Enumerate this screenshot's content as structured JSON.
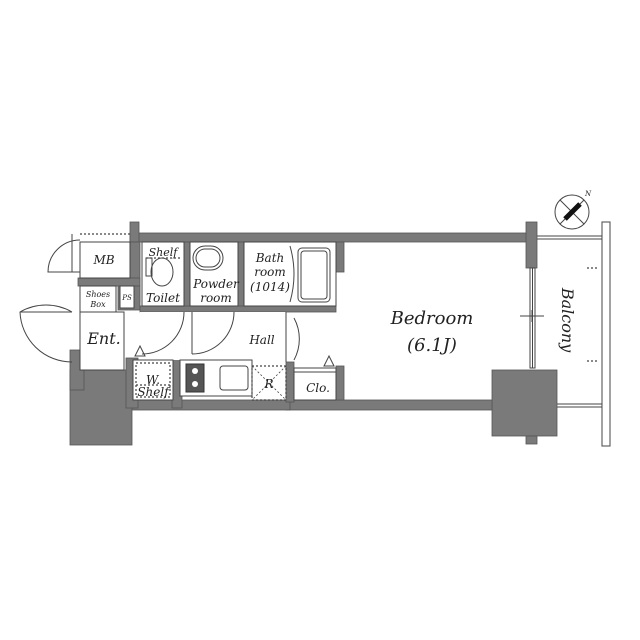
{
  "floor_plan": {
    "rooms": {
      "mb": "MB",
      "shelf_toilet": "Shelf",
      "toilet": "Toilet",
      "powder_room_1": "Powder",
      "powder_room_2": "room",
      "bath_1": "Bath",
      "bath_2": "room",
      "bath_3": "(1014)",
      "shoes_box_1": "Shoes",
      "shoes_box_2": "Box",
      "ps": "PS",
      "entrance": "Ent.",
      "hall": "Hall",
      "w_shelf_1": "W.",
      "w_shelf_2": "Shelf",
      "refrigerator": "R",
      "closet": "Clo.",
      "bedroom": "Bedroom",
      "bedroom_size": "(6.1J)",
      "balcony": "Balcony"
    },
    "compass": {
      "label": "N"
    },
    "colors": {
      "wall": "#7a7a7a",
      "line": "#444444",
      "background": "#ffffff"
    }
  }
}
